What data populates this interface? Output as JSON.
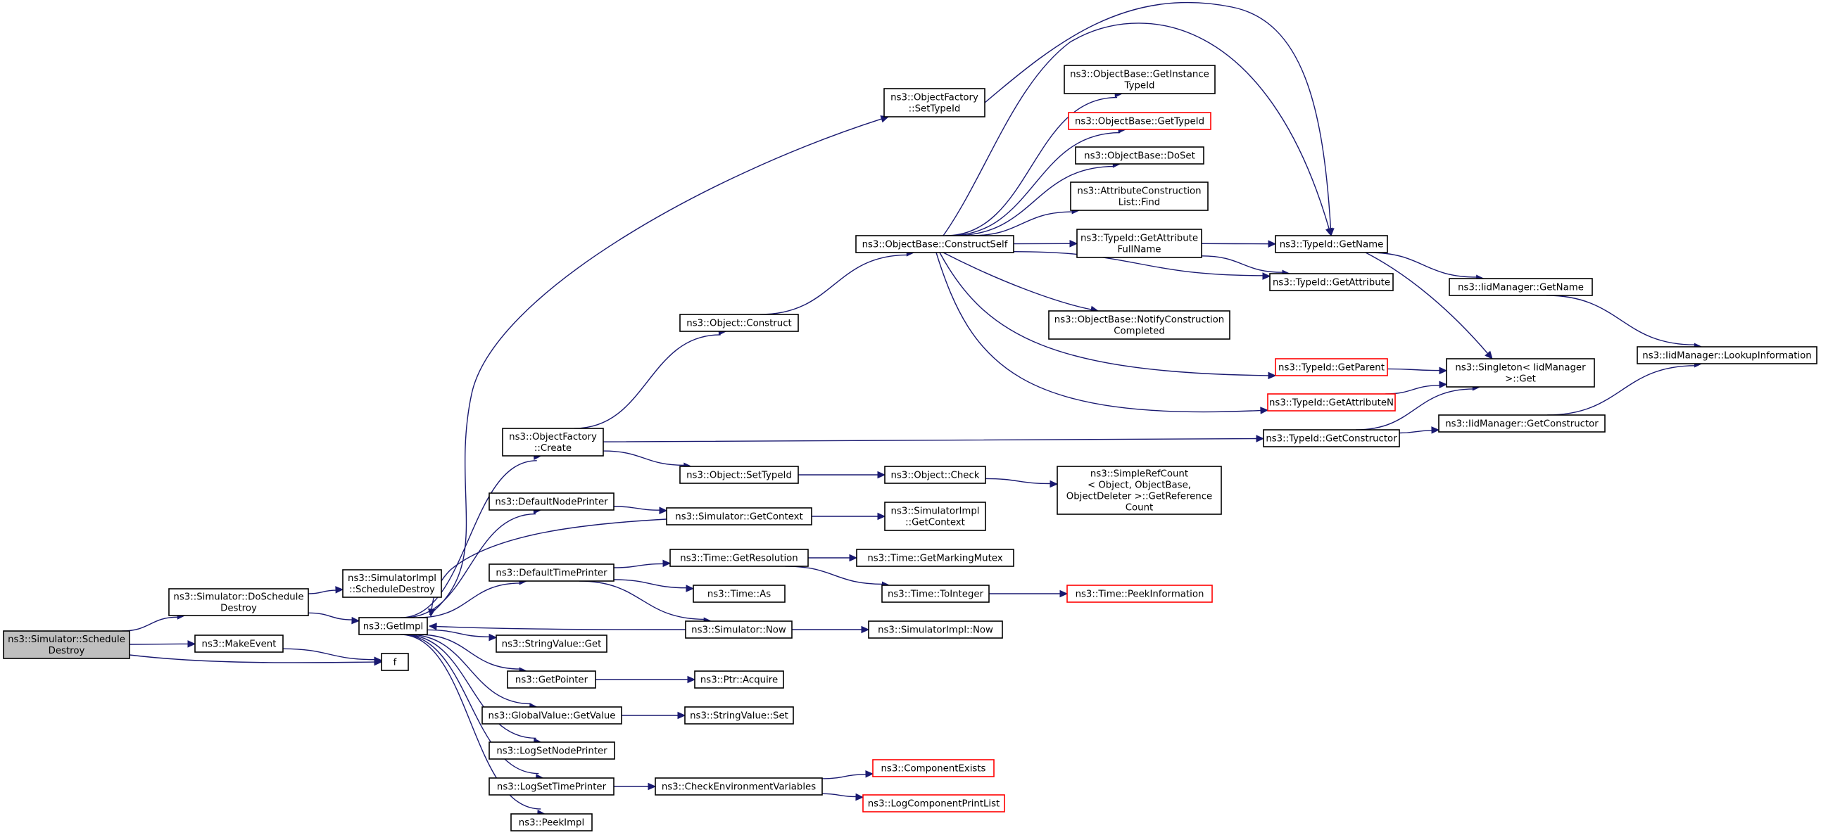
{
  "graph": {
    "colors": {
      "edge": "#191970",
      "root_fill": "#bfbfbf",
      "truncated_border": "#ff0000",
      "node_border": "#000000"
    },
    "nodes": [
      {
        "id": "root",
        "lines": [
          "ns3::Simulator::Schedule",
          "Destroy"
        ],
        "kind": "root"
      },
      {
        "id": "doschedule",
        "lines": [
          "ns3::Simulator::DoSchedule",
          "Destroy"
        ]
      },
      {
        "id": "makeevent",
        "lines": [
          "ns3::MakeEvent"
        ]
      },
      {
        "id": "f",
        "lines": [
          "f"
        ]
      },
      {
        "id": "simimpl_schedule",
        "lines": [
          "ns3::SimulatorImpl",
          "::ScheduleDestroy"
        ]
      },
      {
        "id": "getimpl",
        "lines": [
          "ns3::GetImpl"
        ]
      },
      {
        "id": "objfactory_create",
        "lines": [
          "ns3::ObjectFactory",
          "::Create"
        ]
      },
      {
        "id": "defaultnodeprinter",
        "lines": [
          "ns3::DefaultNodePrinter"
        ]
      },
      {
        "id": "defaulttimeprinter",
        "lines": [
          "ns3::DefaultTimePrinter"
        ]
      },
      {
        "id": "stringvalue_get",
        "lines": [
          "ns3::StringValue::Get"
        ]
      },
      {
        "id": "getpointer",
        "lines": [
          "ns3::GetPointer"
        ]
      },
      {
        "id": "globalvalue_getvalue",
        "lines": [
          "ns3::GlobalValue::GetValue"
        ]
      },
      {
        "id": "logsetnodeprinter",
        "lines": [
          "ns3::LogSetNodePrinter"
        ]
      },
      {
        "id": "logsettimeprinter",
        "lines": [
          "ns3::LogSetTimePrinter"
        ]
      },
      {
        "id": "peekimpl",
        "lines": [
          "ns3::PeekImpl"
        ]
      },
      {
        "id": "objfactory_settypeid",
        "lines": [
          "ns3::ObjectFactory",
          "::SetTypeId"
        ]
      },
      {
        "id": "object_construct",
        "lines": [
          "ns3::Object::Construct"
        ]
      },
      {
        "id": "object_settypeid",
        "lines": [
          "ns3::Object::SetTypeId"
        ]
      },
      {
        "id": "sim_getcontext",
        "lines": [
          "ns3::Simulator::GetContext"
        ]
      },
      {
        "id": "time_getresolution",
        "lines": [
          "ns3::Time::GetResolution"
        ]
      },
      {
        "id": "time_as",
        "lines": [
          "ns3::Time::As"
        ]
      },
      {
        "id": "sim_now",
        "lines": [
          "ns3::Simulator::Now"
        ]
      },
      {
        "id": "ptr_acquire",
        "lines": [
          "ns3::Ptr::Acquire"
        ]
      },
      {
        "id": "stringvalue_set",
        "lines": [
          "ns3::StringValue::Set"
        ]
      },
      {
        "id": "checkenv",
        "lines": [
          "ns3::CheckEnvironmentVariables"
        ]
      },
      {
        "id": "objbase_constructself",
        "lines": [
          "ns3::ObjectBase::ConstructSelf"
        ]
      },
      {
        "id": "object_check",
        "lines": [
          "ns3::Object::Check"
        ]
      },
      {
        "id": "simimpl_getcontext",
        "lines": [
          "ns3::SimulatorImpl",
          "::GetContext"
        ]
      },
      {
        "id": "time_getmarkingmutex",
        "lines": [
          "ns3::Time::GetMarkingMutex"
        ]
      },
      {
        "id": "time_tointeger",
        "lines": [
          "ns3::Time::ToInteger"
        ]
      },
      {
        "id": "simimpl_now",
        "lines": [
          "ns3::SimulatorImpl::Now"
        ]
      },
      {
        "id": "componentexists",
        "lines": [
          "ns3::ComponentExists"
        ],
        "kind": "truncated"
      },
      {
        "id": "logcomponentprintlist",
        "lines": [
          "ns3::LogComponentPrintList"
        ],
        "kind": "truncated"
      },
      {
        "id": "objbase_getinstancetypeid",
        "lines": [
          "ns3::ObjectBase::GetInstance",
          "TypeId"
        ]
      },
      {
        "id": "objbase_gettypeid",
        "lines": [
          "ns3::ObjectBase::GetTypeId"
        ],
        "kind": "truncated"
      },
      {
        "id": "objbase_doset",
        "lines": [
          "ns3::ObjectBase::DoSet"
        ]
      },
      {
        "id": "attrconstlist_find",
        "lines": [
          "ns3::AttributeConstruction",
          "List::Find"
        ]
      },
      {
        "id": "typeid_getattributefullname",
        "lines": [
          "ns3::TypeId::GetAttribute",
          "FullName"
        ]
      },
      {
        "id": "objbase_notify",
        "lines": [
          "ns3::ObjectBase::NotifyConstruction",
          "Completed"
        ]
      },
      {
        "id": "simplerefcount",
        "lines": [
          "ns3::SimpleRefCount",
          "< Object, ObjectBase,",
          "ObjectDeleter >::GetReference",
          "Count"
        ]
      },
      {
        "id": "time_peekinformation",
        "lines": [
          "ns3::Time::PeekInformation"
        ],
        "kind": "truncated"
      },
      {
        "id": "typeid_getname",
        "lines": [
          "ns3::TypeId::GetName"
        ]
      },
      {
        "id": "typeid_getattribute",
        "lines": [
          "ns3::TypeId::GetAttribute"
        ]
      },
      {
        "id": "typeid_getparent",
        "lines": [
          "ns3::TypeId::GetParent"
        ],
        "kind": "truncated"
      },
      {
        "id": "typeid_getattributen",
        "lines": [
          "ns3::TypeId::GetAttributeN"
        ],
        "kind": "truncated"
      },
      {
        "id": "typeid_getconstructor",
        "lines": [
          "ns3::TypeId::GetConstructor"
        ]
      },
      {
        "id": "iidmanager_getname",
        "lines": [
          "ns3::IidManager::GetName"
        ]
      },
      {
        "id": "singleton_get",
        "lines": [
          "ns3::Singleton< IidManager",
          ">::Get"
        ]
      },
      {
        "id": "iidmanager_getconstructor",
        "lines": [
          "ns3::IidManager::GetConstructor"
        ]
      },
      {
        "id": "iidmanager_lookupinformation",
        "lines": [
          "ns3::IidManager::LookupInformation"
        ]
      }
    ],
    "edges": [
      [
        "root",
        "doschedule"
      ],
      [
        "root",
        "makeevent"
      ],
      [
        "root",
        "f"
      ],
      [
        "doschedule",
        "simimpl_schedule"
      ],
      [
        "doschedule",
        "getimpl"
      ],
      [
        "makeevent",
        "f"
      ],
      [
        "getimpl",
        "objfactory_settypeid"
      ],
      [
        "getimpl",
        "objfactory_create"
      ],
      [
        "getimpl",
        "defaultnodeprinter"
      ],
      [
        "getimpl",
        "defaulttimeprinter"
      ],
      [
        "getimpl",
        "stringvalue_get"
      ],
      [
        "getimpl",
        "getpointer"
      ],
      [
        "getimpl",
        "globalvalue_getvalue"
      ],
      [
        "getimpl",
        "logsetnodeprinter"
      ],
      [
        "getimpl",
        "logsettimeprinter"
      ],
      [
        "getimpl",
        "peekimpl"
      ],
      [
        "sim_getcontext",
        "getimpl"
      ],
      [
        "sim_now",
        "getimpl"
      ],
      [
        "objfactory_settypeid",
        "typeid_getname"
      ],
      [
        "objfactory_create",
        "object_construct"
      ],
      [
        "objfactory_create",
        "object_settypeid"
      ],
      [
        "objfactory_create",
        "typeid_getconstructor"
      ],
      [
        "defaultnodeprinter",
        "sim_getcontext"
      ],
      [
        "defaulttimeprinter",
        "time_getresolution"
      ],
      [
        "defaulttimeprinter",
        "time_as"
      ],
      [
        "defaulttimeprinter",
        "sim_now"
      ],
      [
        "getpointer",
        "ptr_acquire"
      ],
      [
        "globalvalue_getvalue",
        "stringvalue_set"
      ],
      [
        "logsettimeprinter",
        "checkenv"
      ],
      [
        "object_construct",
        "objbase_constructself"
      ],
      [
        "object_settypeid",
        "object_check"
      ],
      [
        "sim_getcontext",
        "simimpl_getcontext"
      ],
      [
        "time_getresolution",
        "time_getmarkingmutex"
      ],
      [
        "time_getresolution",
        "time_tointeger"
      ],
      [
        "sim_now",
        "simimpl_now"
      ],
      [
        "checkenv",
        "componentexists"
      ],
      [
        "checkenv",
        "logcomponentprintlist"
      ],
      [
        "objbase_constructself",
        "objbase_getinstancetypeid"
      ],
      [
        "objbase_constructself",
        "objbase_gettypeid"
      ],
      [
        "objbase_constructself",
        "objbase_doset"
      ],
      [
        "objbase_constructself",
        "attrconstlist_find"
      ],
      [
        "objbase_constructself",
        "typeid_getattributefullname"
      ],
      [
        "objbase_constructself",
        "typeid_getname"
      ],
      [
        "objbase_constructself",
        "typeid_getattribute"
      ],
      [
        "objbase_constructself",
        "objbase_notify"
      ],
      [
        "objbase_constructself",
        "typeid_getparent"
      ],
      [
        "objbase_constructself",
        "typeid_getattributen"
      ],
      [
        "object_check",
        "simplerefcount"
      ],
      [
        "time_tointeger",
        "time_peekinformation"
      ],
      [
        "typeid_getattributefullname",
        "typeid_getname"
      ],
      [
        "typeid_getattributefullname",
        "typeid_getattribute"
      ],
      [
        "typeid_getname",
        "iidmanager_getname"
      ],
      [
        "typeid_getname",
        "singleton_get"
      ],
      [
        "typeid_getparent",
        "singleton_get"
      ],
      [
        "typeid_getattributen",
        "singleton_get"
      ],
      [
        "typeid_getconstructor",
        "singleton_get"
      ],
      [
        "typeid_getconstructor",
        "iidmanager_getconstructor"
      ],
      [
        "iidmanager_getname",
        "iidmanager_lookupinformation"
      ],
      [
        "iidmanager_getconstructor",
        "iidmanager_lookupinformation"
      ]
    ]
  }
}
